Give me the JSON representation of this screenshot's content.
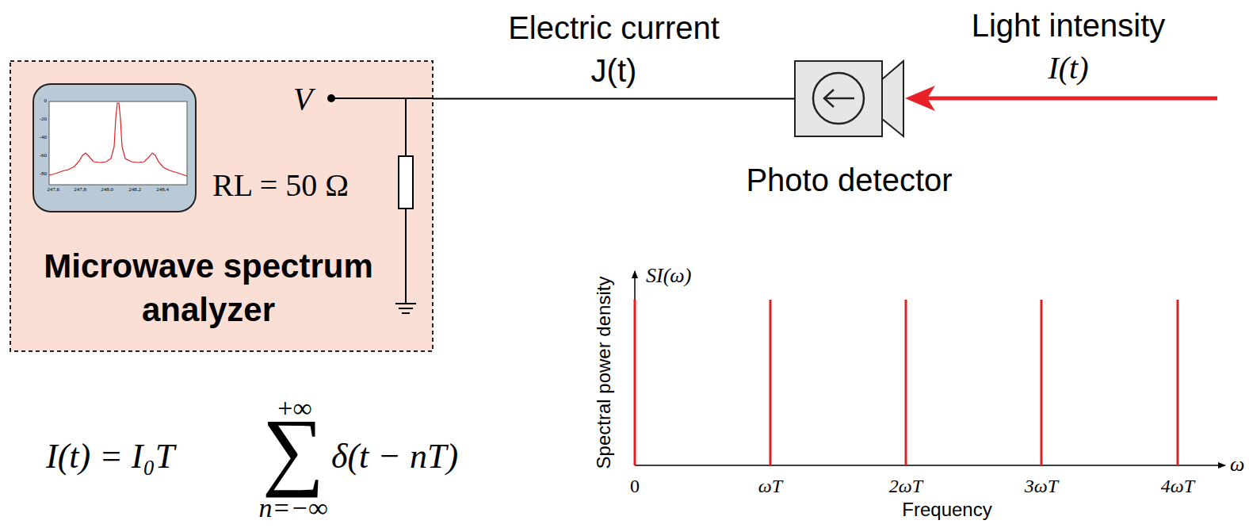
{
  "diagram": {
    "nodes": [
      {
        "text": [
          "Microwave spectrum analyzer"
        ]
      },
      {
        "text": [
          "Photo detector"
        ]
      }
    ],
    "edges": [
      {
        "from": 1,
        "to": 0,
        "arrow": "none",
        "label": "Electric current J(t)"
      }
    ],
    "labels": [
      "V",
      "RL = 50 Ω",
      "Light intensity",
      "I(t)",
      "I(t) = I₀T",
      "+∞",
      "∑",
      "n=−∞",
      "δ(t − nT)",
      "SI(ω)",
      "Spectral power density",
      "0",
      "ωT",
      "2ωT",
      "3ωT",
      "4ωT",
      "ω",
      "Frequency",
      "0",
      "-20",
      "-40",
      "-60",
      "-80",
      "247.6",
      "247.8",
      "248.0",
      "248.2",
      "248.4"
    ]
  }
}
